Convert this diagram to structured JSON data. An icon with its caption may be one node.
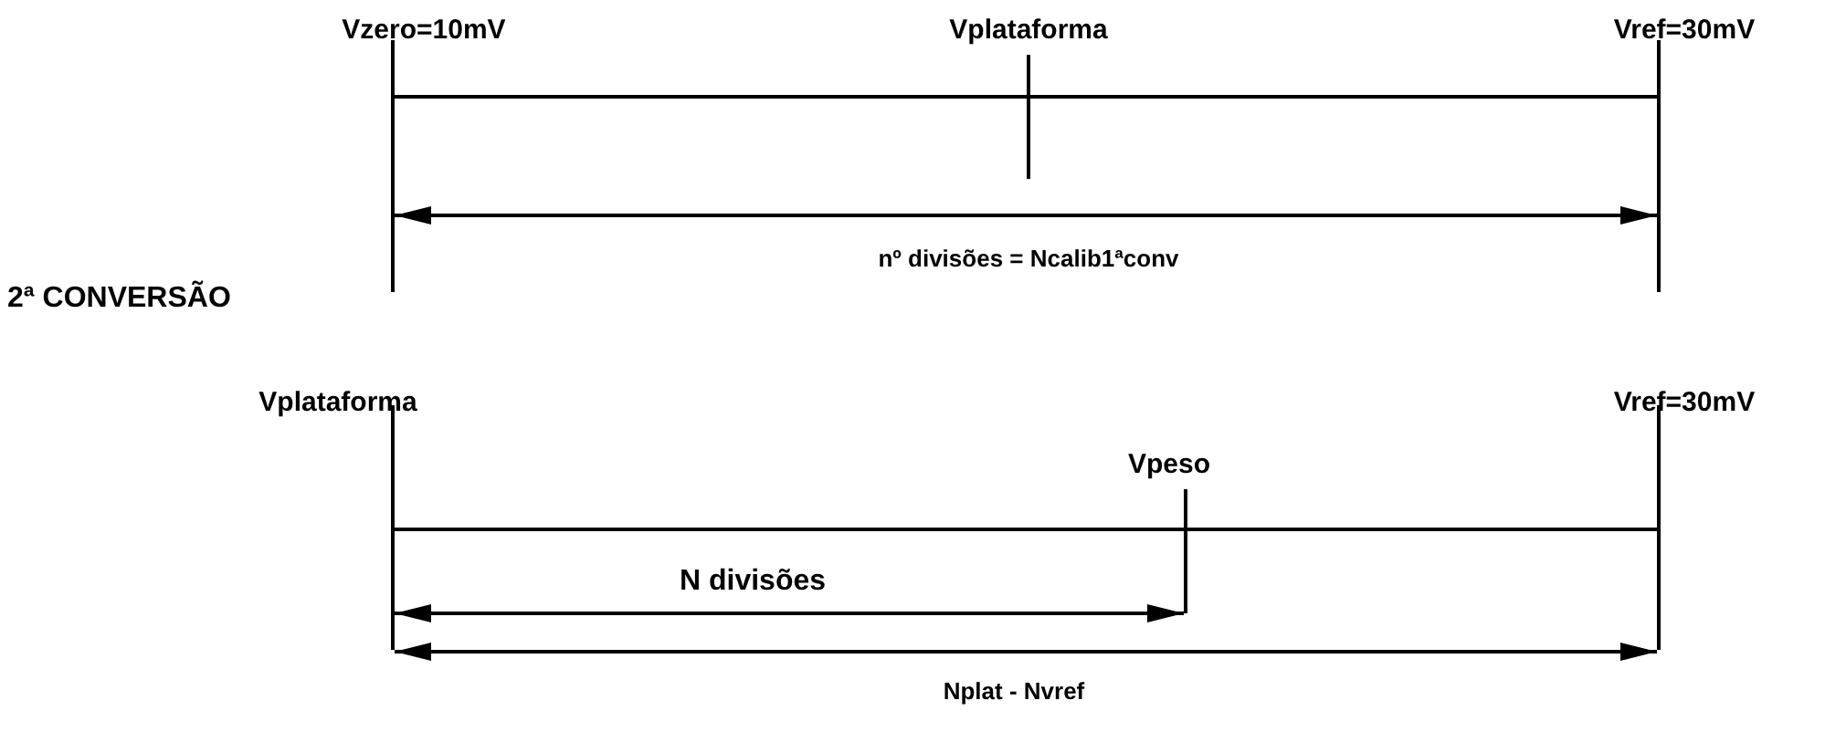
{
  "diagram": {
    "labels": [
      "Vzero=10mV",
      "Vplataforma",
      "Vref=30mV",
      "nº divisões = Ncalib1ªconv",
      "2ª CONVERSÃO",
      "Vplataforma",
      "Vref=30mV",
      "Vpeso",
      "N divisões",
      "Nplat - Nvref"
    ]
  }
}
